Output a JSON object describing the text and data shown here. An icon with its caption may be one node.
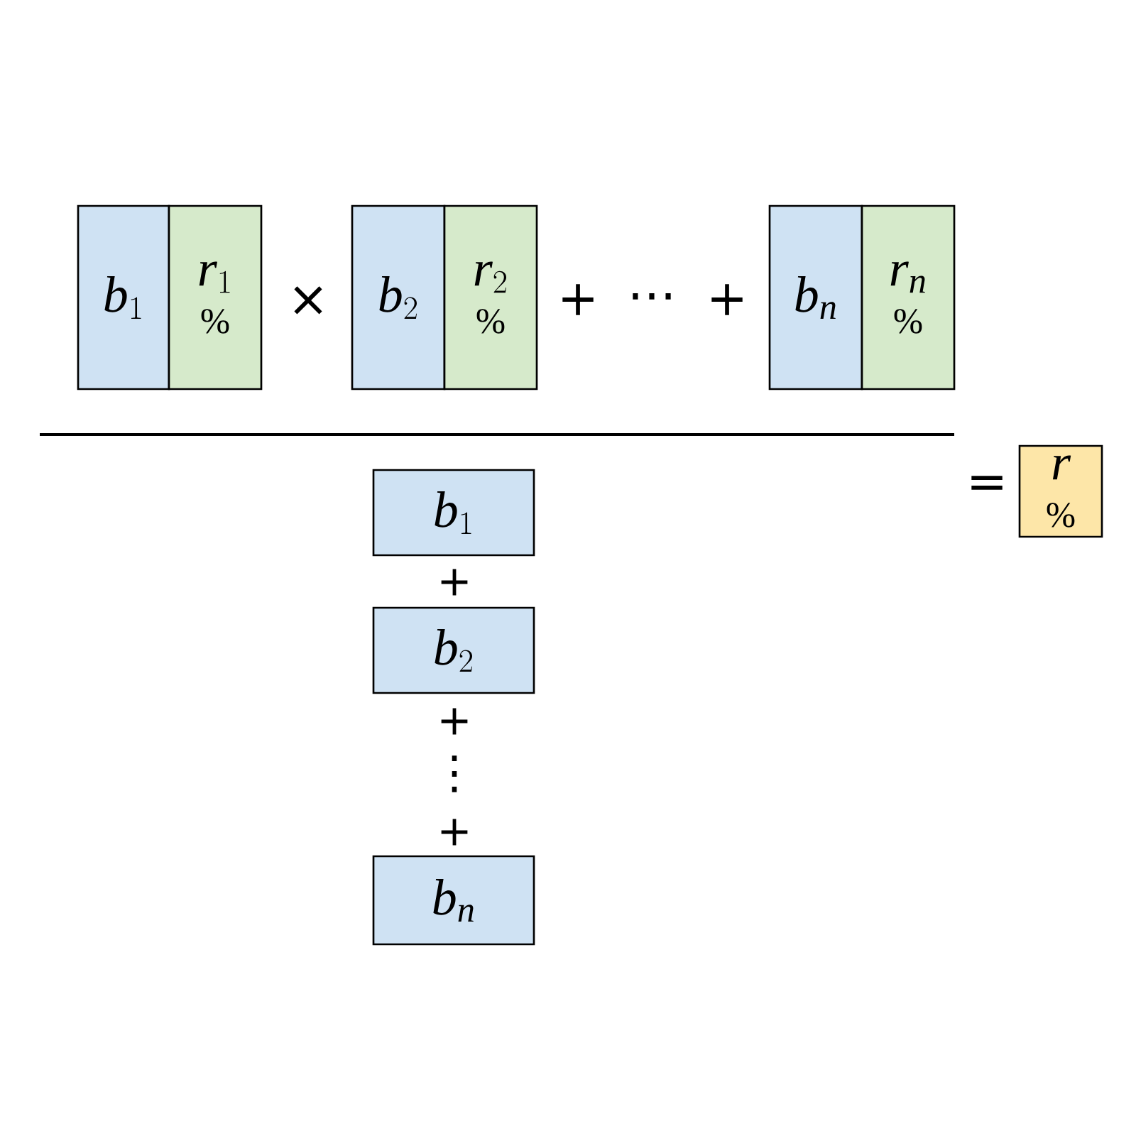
{
  "diagram": {
    "nodes": [
      {
        "text": [
          "b_1"
        ]
      },
      {
        "text": [
          "r_1",
          "%"
        ]
      },
      {
        "text": [
          "b_2"
        ]
      },
      {
        "text": [
          "r_2",
          "%"
        ]
      },
      {
        "text": [
          "b_n"
        ]
      },
      {
        "text": [
          "r_n",
          "%"
        ]
      },
      {
        "text": [
          "b_1"
        ]
      },
      {
        "text": [
          "b_2"
        ]
      },
      {
        "text": [
          "b_n"
        ]
      },
      {
        "text": [
          "r",
          "%"
        ]
      }
    ],
    "labels": [
      "×",
      "+",
      "⋯",
      "+",
      "=",
      "+",
      "+",
      "⋮",
      "+"
    ]
  }
}
